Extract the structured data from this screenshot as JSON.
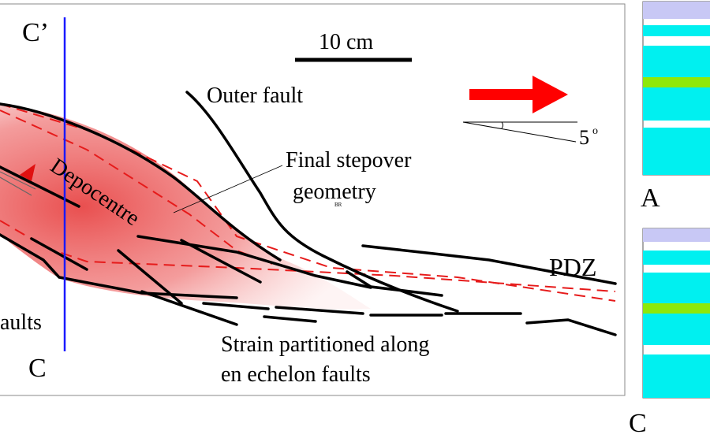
{
  "labels": {
    "section_top": "C’",
    "section_bottom": "C",
    "scale": "10 cm",
    "outer_fault": "Outer fault",
    "final_stepover_line1": "Final stepover",
    "final_stepover_line2": "geometry",
    "tiny_mark": "BR",
    "depocentre": "Depocentre",
    "pdz": "PDZ",
    "angle": "5",
    "angle_degree": "o",
    "faults_fragment": "aults",
    "strain_line1": "Strain partitioned along",
    "strain_line2": "en echelon faults",
    "panel_a": "A",
    "panel_c": "C"
  },
  "colors": {
    "depocentre_fill": "#e33b3b",
    "red_dashed": "#e61b1b",
    "arrow": "#ff0000",
    "section_line": "#1a1aff",
    "fault": "#000000",
    "strat_top": "#c8c8f5",
    "strat_main": "#00f0f0",
    "strat_marker": "#8ee80a",
    "strat_gap": "#ffffff"
  }
}
